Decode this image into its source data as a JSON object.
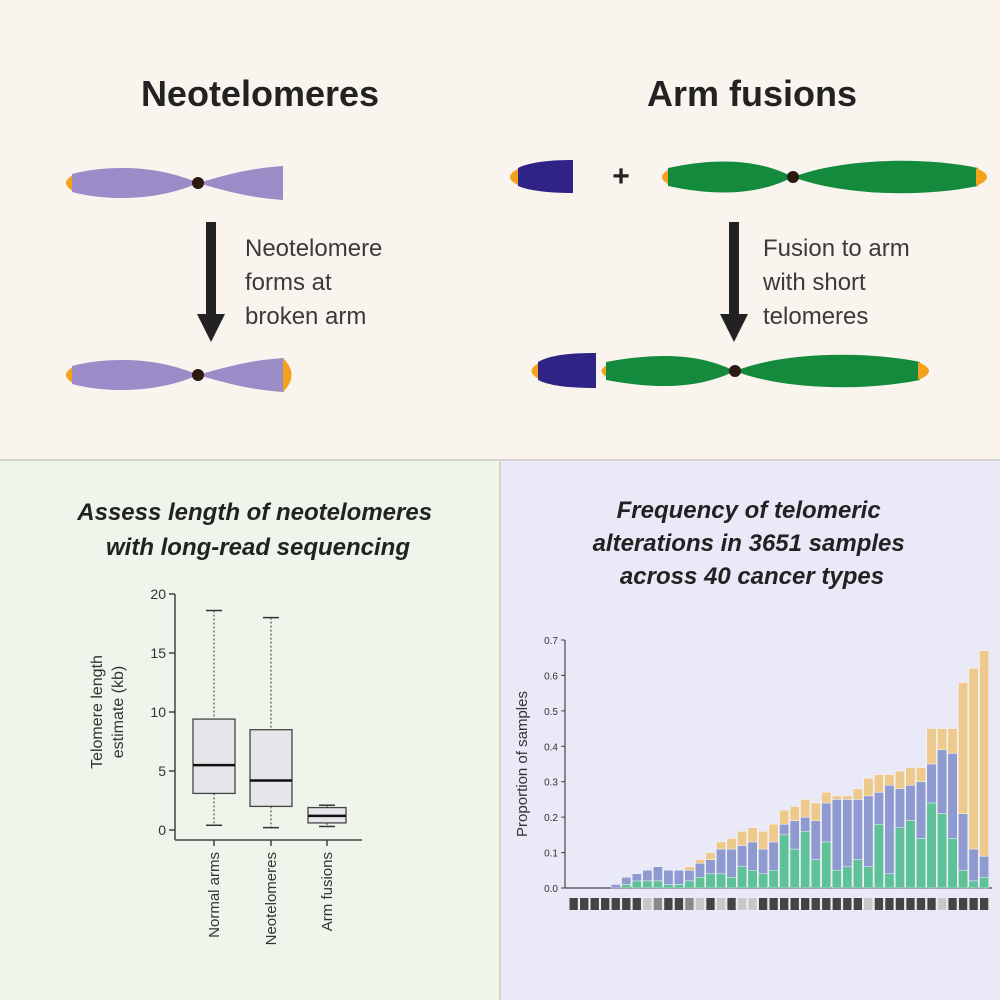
{
  "colors": {
    "top_bg": "#faf4ee",
    "bottom_left_bg": "#eef5ea",
    "bottom_right_bg": "#e9e9f7",
    "purple_chromosome": "#9b8cc8",
    "navy_fragment": "#2f2385",
    "green_chromosome": "#148a3c",
    "telomere_orange": "#f4a21c",
    "centromere": "#2b1a12",
    "arrow": "#222222",
    "bar_green": "#5fc198",
    "bar_blue": "#8f9bd0",
    "bar_tan": "#edc98c"
  },
  "top": {
    "left_title": "Neotelomeres",
    "right_title": "Arm fusions",
    "plus_sign": "+",
    "left_caption": [
      "Neotelomere",
      "forms at",
      "broken arm"
    ],
    "right_caption": [
      "Fusion to arm",
      "with short",
      "telomeres"
    ]
  },
  "left_panel": {
    "title": [
      "Assess length of neotelomeres",
      "with long-read sequencing"
    ]
  },
  "right_panel": {
    "title": [
      "Frequency of telomeric",
      "alterations in 3651 samples",
      "across 40 cancer types"
    ]
  },
  "chart_data": [
    {
      "type": "box",
      "ylabel": [
        "Telomere length",
        "estimate (kb)"
      ],
      "ylim": [
        0,
        20
      ],
      "yticks": [
        0,
        5,
        10,
        15,
        20
      ],
      "categories": [
        "Normal arms",
        "Neotelomeres",
        "Arm fusions"
      ],
      "boxes": [
        {
          "min": 0.4,
          "q1": 3.1,
          "median": 5.5,
          "q3": 9.4,
          "max": 18.6
        },
        {
          "min": 0.2,
          "q1": 2.0,
          "median": 4.2,
          "q3": 8.5,
          "max": 18.0
        },
        {
          "min": 0.3,
          "q1": 0.6,
          "median": 1.2,
          "q3": 1.9,
          "max": 2.1
        }
      ]
    },
    {
      "type": "bar",
      "stacked": true,
      "ylabel": "Proportion of samples",
      "ylim": [
        0,
        0.7
      ],
      "yticks": [
        0.0,
        0.1,
        0.2,
        0.3,
        0.4,
        0.5,
        0.6,
        0.7
      ],
      "n_categories": 40,
      "series": [
        {
          "color_key": "bar_green",
          "values": [
            0,
            0,
            0,
            0,
            0,
            0.01,
            0.02,
            0.02,
            0.02,
            0.01,
            0.01,
            0.02,
            0.03,
            0.04,
            0.04,
            0.03,
            0.06,
            0.05,
            0.04,
            0.05,
            0.15,
            0.11,
            0.16,
            0.08,
            0.13,
            0.05,
            0.06,
            0.08,
            0.06,
            0.18,
            0.04,
            0.17,
            0.19,
            0.14,
            0.24,
            0.21,
            0.14,
            0.05,
            0.02,
            0.03
          ]
        },
        {
          "color_key": "bar_blue",
          "values": [
            0,
            0,
            0,
            0,
            0.01,
            0.02,
            0.02,
            0.03,
            0.04,
            0.04,
            0.04,
            0.03,
            0.04,
            0.04,
            0.07,
            0.08,
            0.06,
            0.08,
            0.07,
            0.08,
            0.03,
            0.08,
            0.04,
            0.11,
            0.11,
            0.2,
            0.19,
            0.17,
            0.2,
            0.09,
            0.25,
            0.11,
            0.1,
            0.16,
            0.11,
            0.18,
            0.24,
            0.16,
            0.09,
            0.06
          ]
        },
        {
          "color_key": "bar_tan",
          "values": [
            0,
            0,
            0,
            0,
            0,
            0,
            0,
            0,
            0,
            0,
            0,
            0.01,
            0.01,
            0.02,
            0.02,
            0.03,
            0.04,
            0.04,
            0.05,
            0.05,
            0.04,
            0.04,
            0.05,
            0.05,
            0.03,
            0.01,
            0.01,
            0.03,
            0.05,
            0.05,
            0.03,
            0.05,
            0.05,
            0.04,
            0.1,
            0.06,
            0.07,
            0.37,
            0.51,
            0.58
          ]
        }
      ],
      "sample_type_strip": [
        "d",
        "d",
        "d",
        "d",
        "d",
        "d",
        "d",
        "l",
        "m",
        "d",
        "d",
        "m",
        "l",
        "d",
        "l",
        "d",
        "l",
        "l",
        "d",
        "d",
        "d",
        "d",
        "d",
        "d",
        "d",
        "d",
        "d",
        "d",
        "l",
        "d",
        "d",
        "d",
        "d",
        "d",
        "d",
        "l",
        "d",
        "d",
        "d",
        "d"
      ]
    }
  ]
}
